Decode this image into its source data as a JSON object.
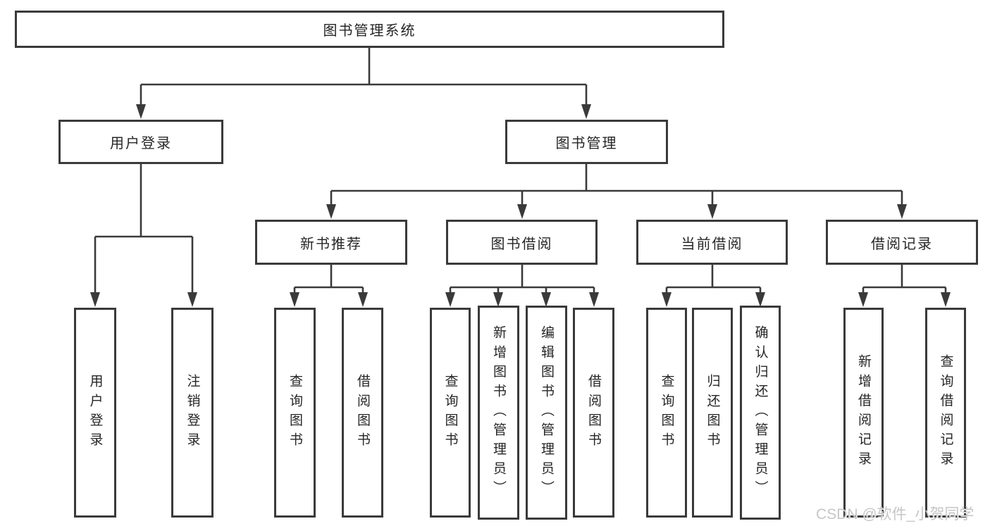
{
  "diagram": {
    "root": {
      "label": "图书管理系统"
    },
    "level2": [
      {
        "label": "用户登录"
      },
      {
        "label": "图书管理"
      }
    ],
    "level3": [
      {
        "label": "新书推荐"
      },
      {
        "label": "图书借阅"
      },
      {
        "label": "当前借阅"
      },
      {
        "label": "借阅记录"
      }
    ],
    "leaves": {
      "user_login": [
        "用户登录",
        "注销登录"
      ],
      "new_book": [
        "查询图书",
        "借阅图书"
      ],
      "book_borrow": [
        "查询图书",
        "新增图书（管理员）",
        "编辑图书（管理员）",
        "借阅图书"
      ],
      "current_borrow": [
        "查询图书",
        "归还图书",
        "确认归还（管理员）"
      ],
      "borrow_records": [
        "新增借阅记录",
        "查询借阅记录"
      ]
    },
    "colors": {
      "line": "#3a3a3a",
      "text": "#262626",
      "background": "#ffffff",
      "watermark": "#c6c6c6"
    }
  },
  "watermark": {
    "text": "CSDN @软件_小贺同学"
  }
}
